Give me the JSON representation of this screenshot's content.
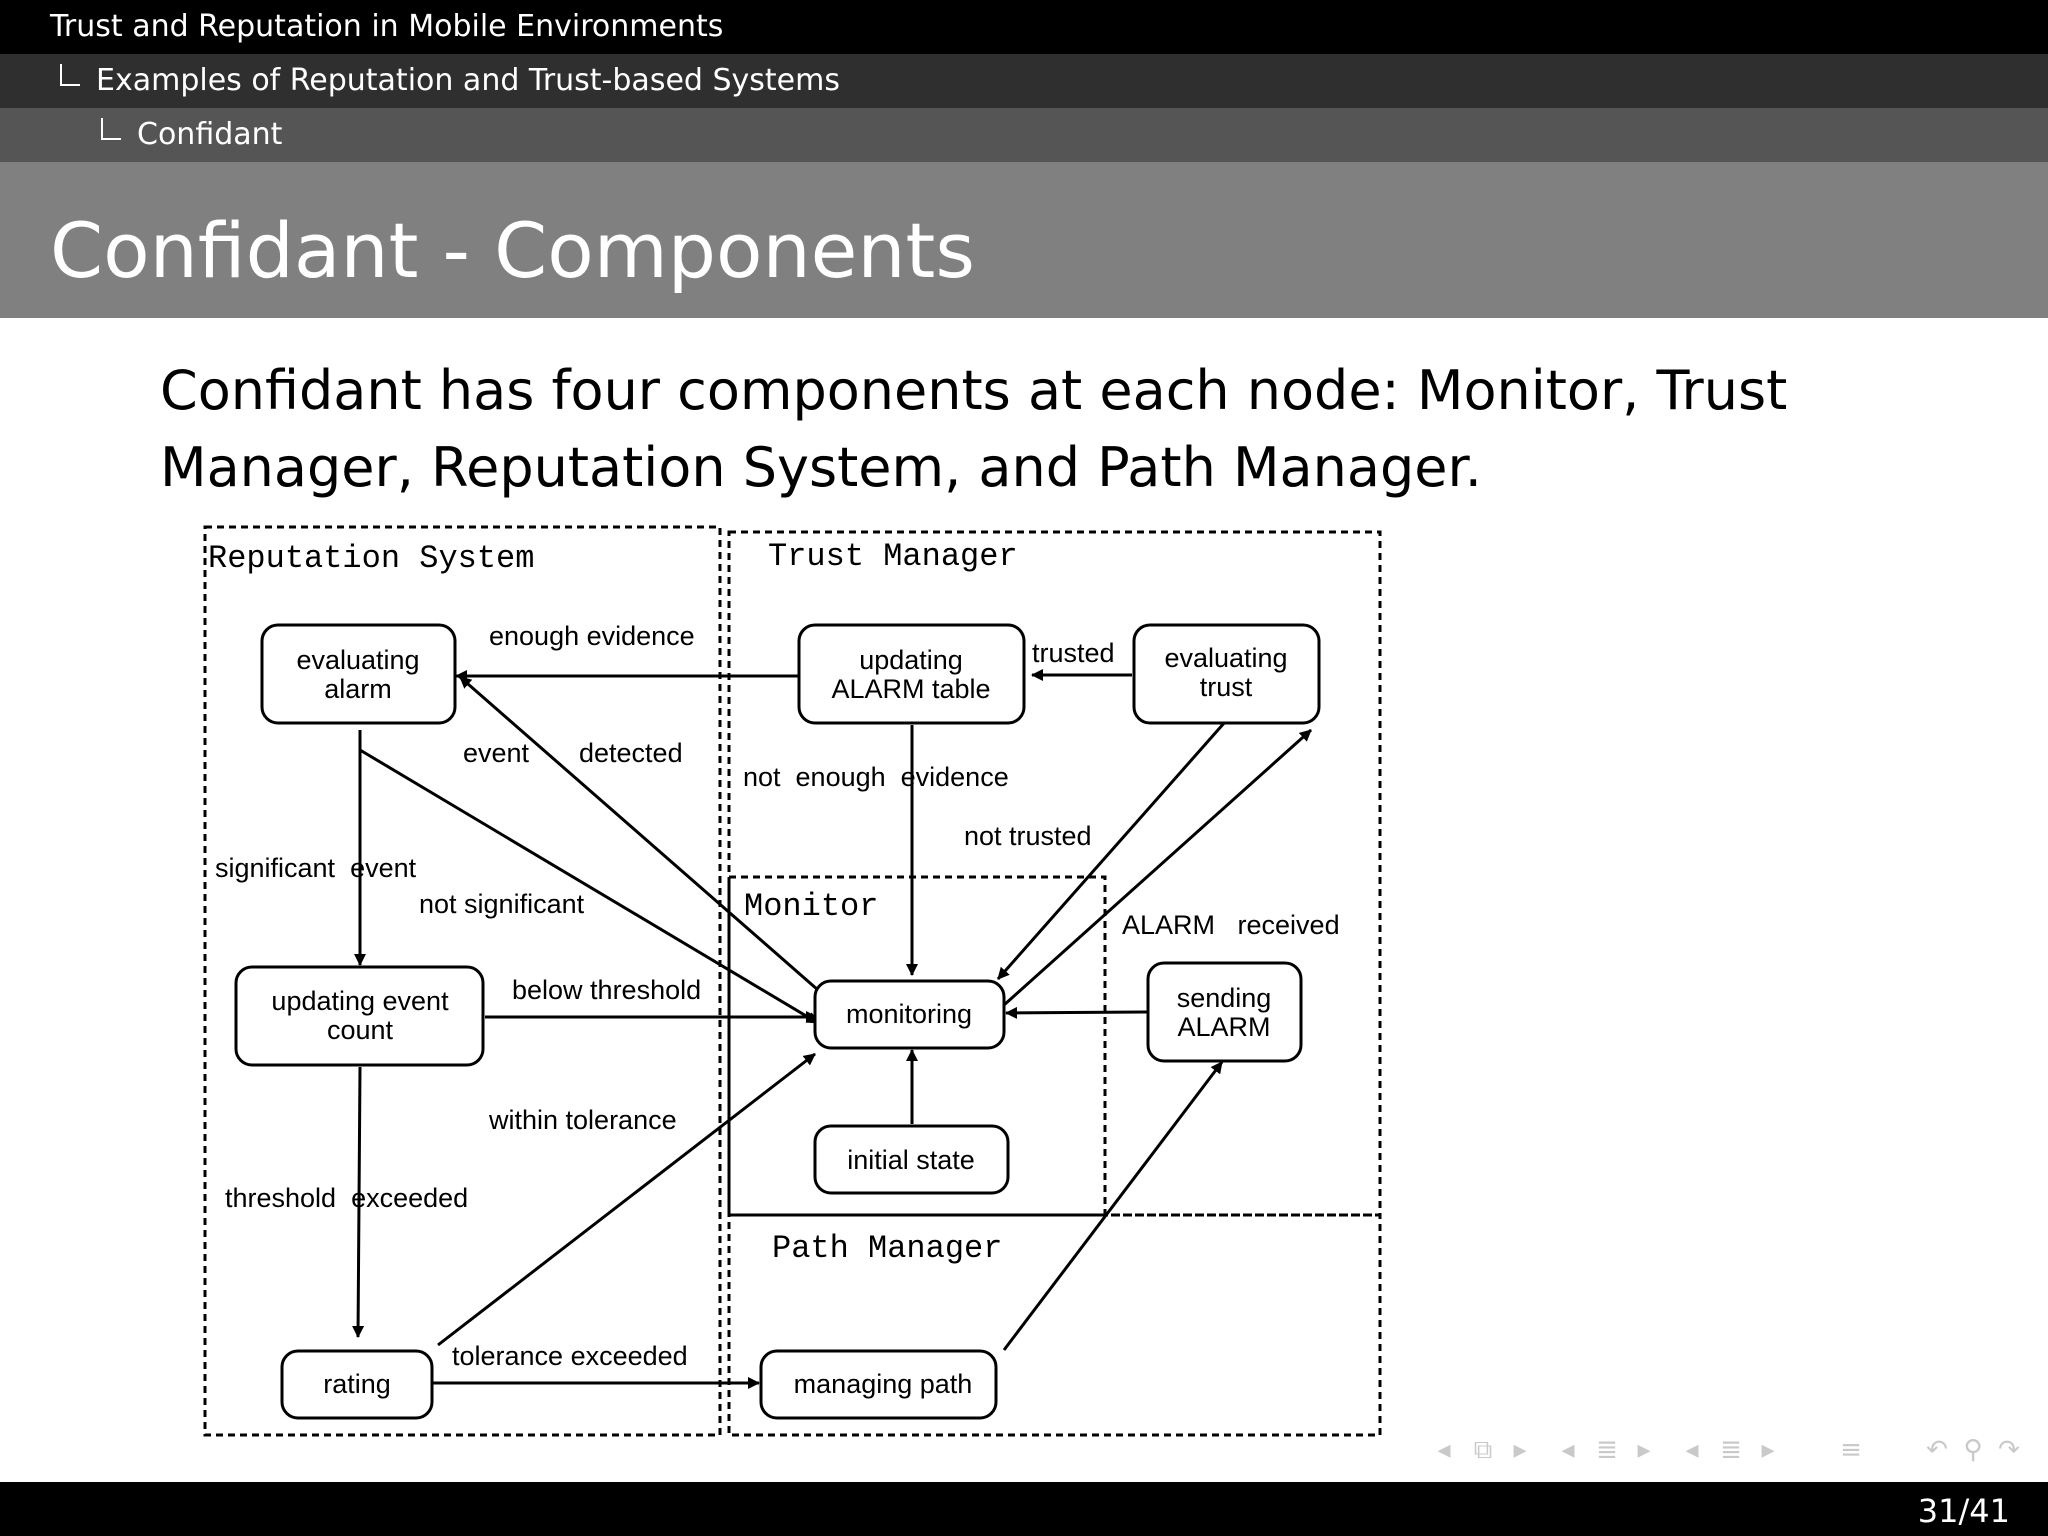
{
  "header": {
    "section": "Trust and Reputation in Mobile Environments",
    "subsection": "Examples of Reputation and Trust-based Systems",
    "subsubsection": "Confidant"
  },
  "slide": {
    "title": "Confidant - Components",
    "text": "Confidant has four components at each node: Monitor, Trust Manager, Reputation System, and Path Manager."
  },
  "diagram": {
    "regions": {
      "reputation": "Reputation System",
      "trust": "Trust Manager",
      "monitor": "Monitor",
      "path": "Path Manager"
    },
    "nodes": {
      "evaluating_alarm": [
        "evaluating",
        "alarm"
      ],
      "updating_alarm_table": [
        "updating",
        "ALARM table"
      ],
      "evaluating_trust": [
        "evaluating",
        "trust"
      ],
      "updating_event_count": [
        "updating event",
        "count"
      ],
      "monitoring": [
        "monitoring"
      ],
      "sending_alarm": [
        "sending",
        "ALARM"
      ],
      "initial_state": [
        "initial state"
      ],
      "rating": [
        "rating"
      ],
      "managing_path": [
        "managing path"
      ]
    },
    "labels": {
      "enough_evidence": "enough evidence",
      "trusted": "trusted",
      "event": "event",
      "detected": "detected",
      "not_enough_evidence": "not  enough  evidence",
      "not_trusted": "not trusted",
      "significant_event": "significant  event",
      "not_significant": "not significant",
      "alarm_received": "ALARM   received",
      "below_threshold": "below threshold",
      "within_tolerance": "within tolerance",
      "threshold_exceeded": "threshold  exceeded",
      "tolerance_exceeded": "tolerance exceeded"
    }
  },
  "nav": {
    "icons": [
      "nav-left-arrow-icon",
      "frame-icon",
      "nav-right-arrow-icon",
      "nav-left-arrow-icon",
      "subsection-icon",
      "nav-right-arrow-icon",
      "nav-left-arrow-icon",
      "section-icon",
      "nav-right-arrow-icon",
      "align-icon",
      "undo-icon",
      "search-icon",
      "redo-icon"
    ]
  },
  "footer": {
    "page": "31/41"
  }
}
